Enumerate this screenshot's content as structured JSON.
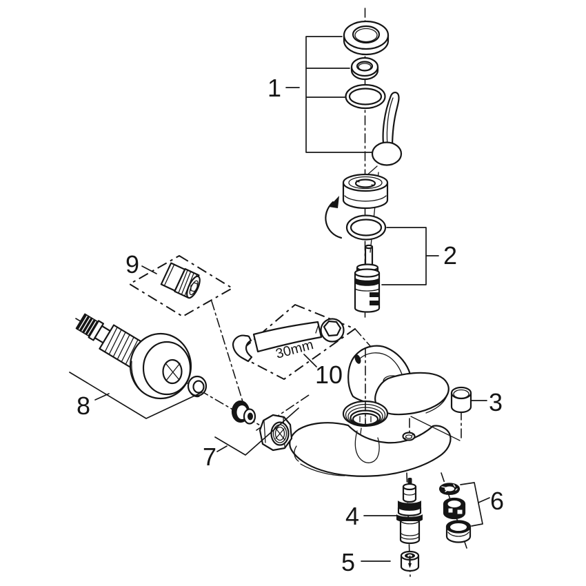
{
  "colors": {
    "background": "#ffffff",
    "line": "#151515"
  },
  "labels": {
    "p1": "1",
    "p2": "2",
    "p3": "3",
    "p4": "4",
    "p5": "5",
    "p6": "6",
    "p7": "7",
    "p8": "8",
    "p9": "9",
    "p10": "10"
  },
  "annotations": {
    "wrench_size": "30mm"
  }
}
